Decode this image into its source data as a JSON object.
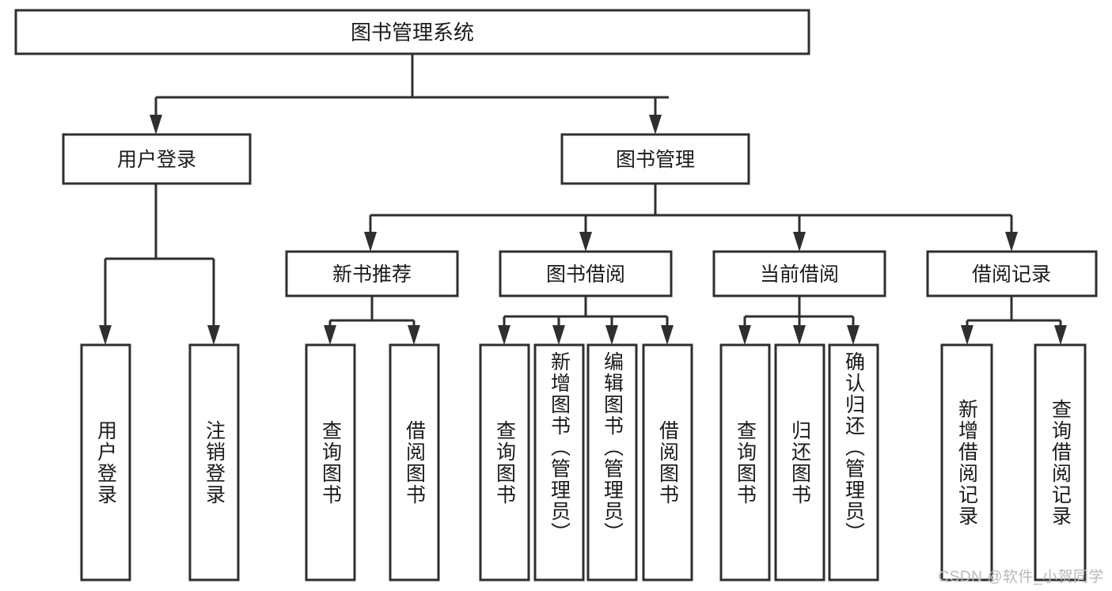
{
  "diagram": {
    "type": "tree-hierarchy-chart",
    "title": "图书管理系统",
    "orientation": "top-down",
    "colors": {
      "box_stroke": "#2f2f2f",
      "box_fill": "#ffffff",
      "text": "#1a1a1a",
      "background": "#ffffff",
      "watermark": "#b9b9b9"
    },
    "levels": {
      "root": {
        "label": "图书管理系统"
      },
      "level2": [
        {
          "id": "user-login",
          "label": "用户登录"
        },
        {
          "id": "book-management",
          "label": "图书管理"
        }
      ],
      "level3": [
        {
          "id": "new-book-recommend",
          "label": "新书推荐",
          "parent": "book-management"
        },
        {
          "id": "book-borrow",
          "label": "图书借阅",
          "parent": "book-management"
        },
        {
          "id": "current-borrow",
          "label": "当前借阅",
          "parent": "book-management"
        },
        {
          "id": "borrow-record",
          "label": "借阅记录",
          "parent": "book-management"
        }
      ],
      "leaves": [
        {
          "id": "leaf-user-login",
          "label": "用户登录",
          "parent": "user-login"
        },
        {
          "id": "leaf-logout-login",
          "label": "注销登录",
          "parent": "user-login"
        },
        {
          "id": "leaf-query-book-1",
          "label": "查询图书",
          "parent": "new-book-recommend"
        },
        {
          "id": "leaf-borrow-book-1",
          "label": "借阅图书",
          "parent": "new-book-recommend"
        },
        {
          "id": "leaf-query-book-2",
          "label": "查询图书",
          "parent": "book-borrow"
        },
        {
          "id": "leaf-add-book",
          "label": "新增图书（管理员）",
          "parent": "book-borrow"
        },
        {
          "id": "leaf-edit-book",
          "label": "编辑图书（管理员）",
          "parent": "book-borrow"
        },
        {
          "id": "leaf-borrow-book-2",
          "label": "借阅图书",
          "parent": "book-borrow"
        },
        {
          "id": "leaf-query-book-3",
          "label": "查询图书",
          "parent": "current-borrow"
        },
        {
          "id": "leaf-return-book",
          "label": "归还图书",
          "parent": "current-borrow"
        },
        {
          "id": "leaf-confirm-return",
          "label": "确认归还（管理员）",
          "parent": "current-borrow"
        },
        {
          "id": "leaf-add-record",
          "label": "新增借阅记录",
          "parent": "borrow-record"
        },
        {
          "id": "leaf-query-record",
          "label": "查询借阅记录",
          "parent": "borrow-record"
        }
      ]
    }
  },
  "watermark": {
    "text": "CSDN @软件_小贺同学"
  }
}
